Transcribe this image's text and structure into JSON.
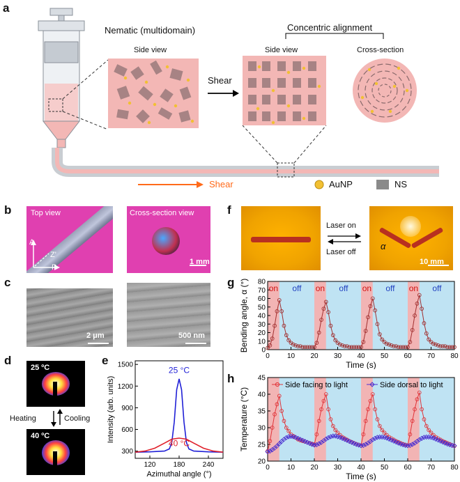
{
  "panels": {
    "a": {
      "label": "a",
      "nematic_title": "Nematic (multidomain)",
      "side_view_1": "Side view",
      "shear_arrow_label": "Shear",
      "concentric_title": "Concentric alignment",
      "side_view_2": "Side view",
      "cross_section": "Cross-section",
      "shear_bottom": "Shear",
      "legend_aunp": "AuNP",
      "legend_ns": "NS",
      "colors": {
        "pink": "#f3b7b5",
        "gold": "#f2c033",
        "arrow_orange": "#ff6a1a"
      }
    },
    "b": {
      "label": "b",
      "top_view": "Top view",
      "cross_section_view": "Cross-section view",
      "axis_a": "A",
      "axis_z": "Z'",
      "axis_p": "P",
      "scale": "1 mm"
    },
    "c": {
      "label": "c",
      "scale_left": "2 μm",
      "scale_right": "500 nm"
    },
    "d": {
      "label": "d",
      "top_temp": "25 ºC",
      "bottom_temp": "40 ºC",
      "heating": "Heating",
      "cooling": "Cooling"
    },
    "f": {
      "label": "f",
      "laser_on": "Laser on",
      "laser_off": "Laser off",
      "alpha": "α",
      "scale": "10 mm"
    },
    "e": {
      "label": "e"
    },
    "g": {
      "label": "g"
    },
    "h": {
      "label": "h"
    }
  },
  "chart_data": [
    {
      "id": "e",
      "type": "line",
      "xlabel": "Azimuthal angle (°)",
      "ylabel": "Intensity (arb. units)",
      "xlim": [
        90,
        270
      ],
      "ylim": [
        200,
        1550
      ],
      "xticks": [
        120,
        180,
        240
      ],
      "yticks": [
        300,
        600,
        900,
        1200,
        1500
      ],
      "grid": false,
      "series": [
        {
          "name": "25 °C",
          "color": "#1f1fd6",
          "x": [
            90,
            120,
            150,
            160,
            165,
            170,
            175,
            180,
            185,
            190,
            195,
            200,
            210,
            240,
            270
          ],
          "y": [
            285,
            290,
            300,
            330,
            420,
            700,
            1150,
            1300,
            1150,
            700,
            420,
            330,
            300,
            290,
            285
          ]
        },
        {
          "name": "40 °C",
          "color": "#e0202a",
          "x": [
            90,
            110,
            130,
            150,
            165,
            180,
            195,
            210,
            230,
            250,
            270
          ],
          "y": [
            285,
            300,
            340,
            410,
            465,
            480,
            465,
            410,
            340,
            300,
            285
          ]
        }
      ]
    },
    {
      "id": "g",
      "type": "scatter",
      "xlabel": "Time (s)",
      "ylabel": "Bending angle, α (°)",
      "xlim": [
        0,
        80
      ],
      "ylim": [
        0,
        80
      ],
      "xticks": [
        0,
        10,
        20,
        30,
        40,
        50,
        60,
        70,
        80
      ],
      "yticks": [
        0,
        10,
        20,
        30,
        40,
        50,
        60,
        70,
        80
      ],
      "on_label": "on",
      "off_label": "off",
      "on_intervals": [
        [
          0,
          5
        ],
        [
          20,
          25
        ],
        [
          40,
          45
        ],
        [
          60,
          65
        ]
      ],
      "grid": false,
      "series": [
        {
          "color": "#a13030",
          "x": [
            0,
            1,
            2,
            3,
            4,
            5,
            6,
            7,
            8,
            9,
            10,
            11,
            12,
            13,
            14,
            15,
            16,
            17,
            18,
            19,
            20,
            21,
            22,
            23,
            24,
            25,
            26,
            27,
            28,
            29,
            30,
            31,
            32,
            33,
            34,
            35,
            36,
            37,
            38,
            39,
            40,
            41,
            42,
            43,
            44,
            45,
            46,
            47,
            48,
            49,
            50,
            51,
            52,
            53,
            54,
            55,
            56,
            57,
            58,
            59,
            60,
            61,
            62,
            63,
            64,
            65,
            66,
            67,
            68,
            69,
            70,
            71,
            72,
            73,
            74,
            75,
            76,
            77,
            78,
            79,
            80
          ],
          "y": [
            2,
            5,
            13,
            28,
            45,
            58,
            45,
            28,
            17,
            11,
            8,
            6,
            5,
            4,
            4,
            3,
            3,
            3,
            3,
            3,
            3,
            8,
            20,
            35,
            48,
            56,
            44,
            28,
            17,
            11,
            8,
            6,
            5,
            4,
            4,
            3,
            3,
            3,
            3,
            3,
            3,
            9,
            22,
            38,
            51,
            60,
            46,
            30,
            18,
            12,
            9,
            7,
            6,
            5,
            4,
            4,
            3,
            3,
            3,
            3,
            3,
            9,
            23,
            40,
            54,
            64,
            48,
            31,
            19,
            12,
            9,
            7,
            6,
            5,
            4,
            4,
            4,
            3,
            3,
            3,
            3
          ]
        }
      ]
    },
    {
      "id": "h",
      "type": "line",
      "xlabel": "Time (s)",
      "ylabel": "Temperature (°C)",
      "xlim": [
        0,
        80
      ],
      "ylim": [
        20,
        45
      ],
      "xticks": [
        0,
        10,
        20,
        30,
        40,
        50,
        60,
        70,
        80
      ],
      "yticks": [
        20,
        25,
        30,
        35,
        40,
        45
      ],
      "on_intervals": [
        [
          0,
          5
        ],
        [
          20,
          25
        ],
        [
          40,
          45
        ],
        [
          60,
          65
        ]
      ],
      "grid": false,
      "series": [
        {
          "name": "Side facing to light",
          "color": "#e0353a",
          "marker": "circle",
          "x": [
            0,
            1,
            2,
            3,
            4,
            5,
            6,
            7,
            8,
            9,
            10,
            11,
            12,
            13,
            14,
            15,
            16,
            17,
            18,
            19,
            20,
            21,
            22,
            23,
            24,
            25,
            26,
            27,
            28,
            29,
            30,
            31,
            32,
            33,
            34,
            35,
            36,
            37,
            38,
            39,
            40,
            41,
            42,
            43,
            44,
            45,
            46,
            47,
            48,
            49,
            50,
            51,
            52,
            53,
            54,
            55,
            56,
            57,
            58,
            59,
            60,
            61,
            62,
            63,
            64,
            65,
            66,
            67,
            68,
            69,
            70,
            71,
            72,
            73,
            74,
            75,
            76,
            77,
            78,
            79,
            80
          ],
          "y": [
            23,
            26,
            30,
            34,
            37,
            39.5,
            35,
            32,
            30,
            29,
            28,
            27.5,
            27,
            26.5,
            26.2,
            26,
            25.8,
            25.6,
            25.4,
            25.2,
            25,
            28,
            32,
            35.5,
            38,
            40,
            35.5,
            32.5,
            30.5,
            29.3,
            28.5,
            27.8,
            27.2,
            26.8,
            26.4,
            26,
            25.7,
            25.4,
            25.1,
            24.9,
            24.7,
            28,
            32,
            35.5,
            38,
            40,
            35.5,
            32.5,
            30.5,
            29.3,
            28.5,
            27.8,
            27.2,
            26.8,
            26.4,
            26,
            25.7,
            25.4,
            25.1,
            24.9,
            24.7,
            28,
            32,
            35.5,
            38.5,
            40.5,
            35.5,
            32.5,
            30.5,
            29.3,
            28.5,
            27.8,
            27.2,
            26.8,
            26.4,
            26,
            25.7,
            25.4,
            25.1,
            24.8,
            24.5
          ]
        },
        {
          "name": "Side dorsal to light",
          "color": "#4a2fd0",
          "marker": "diamond",
          "x": [
            0,
            1,
            2,
            3,
            4,
            5,
            6,
            7,
            8,
            9,
            10,
            11,
            12,
            13,
            14,
            15,
            16,
            17,
            18,
            19,
            20,
            21,
            22,
            23,
            24,
            25,
            26,
            27,
            28,
            29,
            30,
            31,
            32,
            33,
            34,
            35,
            36,
            37,
            38,
            39,
            40,
            41,
            42,
            43,
            44,
            45,
            46,
            47,
            48,
            49,
            50,
            51,
            52,
            53,
            54,
            55,
            56,
            57,
            58,
            59,
            60,
            61,
            62,
            63,
            64,
            65,
            66,
            67,
            68,
            69,
            70,
            71,
            72,
            73,
            74,
            75,
            76,
            77,
            78,
            79,
            80
          ],
          "y": [
            22.8,
            23,
            23.4,
            23.9,
            24.5,
            25.2,
            25.9,
            26.5,
            27,
            27.3,
            27.4,
            27.3,
            27.1,
            26.8,
            26.5,
            26.2,
            25.9,
            25.6,
            25.3,
            25,
            24.8,
            24.9,
            25.2,
            25.6,
            26.1,
            26.6,
            27,
            27.3,
            27.5,
            27.5,
            27.3,
            27.1,
            26.8,
            26.5,
            26.2,
            25.9,
            25.6,
            25.3,
            25,
            24.8,
            24.6,
            24.7,
            25,
            25.4,
            25.9,
            26.4,
            26.8,
            27.1,
            27.2,
            27.2,
            27.1,
            26.9,
            26.6,
            26.3,
            26,
            25.7,
            25.4,
            25.1,
            24.9,
            24.7,
            24.6,
            24.7,
            25,
            25.4,
            25.9,
            26.4,
            26.8,
            27.1,
            27.2,
            27.2,
            27.1,
            26.9,
            26.6,
            26.3,
            26,
            25.7,
            25.4,
            25.1,
            24.9,
            24.7,
            24.6
          ]
        }
      ]
    }
  ]
}
